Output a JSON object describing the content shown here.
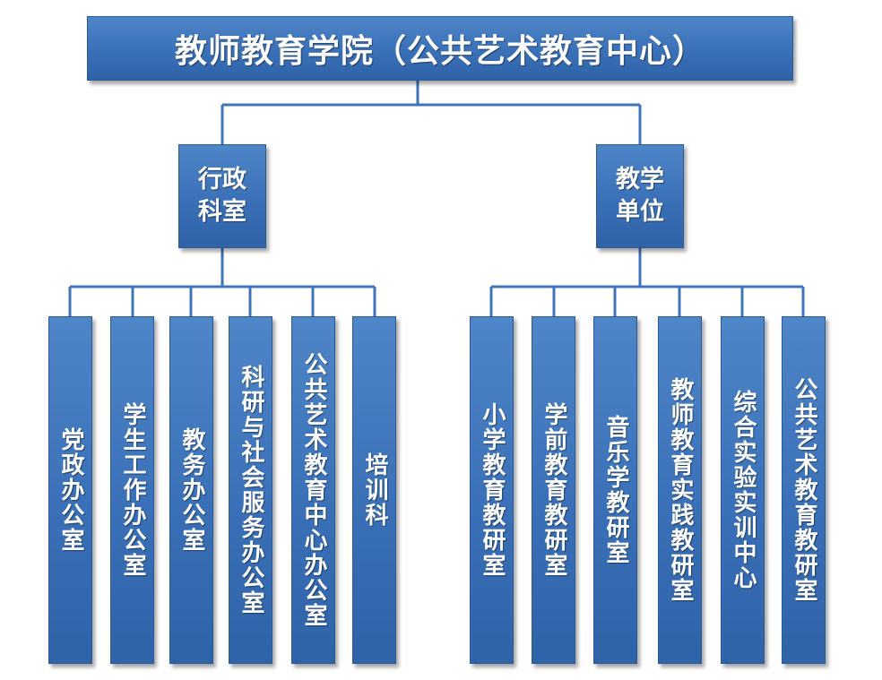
{
  "root": {
    "label": "教师教育学院（公共艺术教育中心）"
  },
  "branches": [
    {
      "label": "行政科室",
      "children": [
        "党政办公室",
        "学生工作办公室",
        "教务办公室",
        "科研与社会服务办公室",
        "公共艺术教育中心办公室",
        "培训科"
      ]
    },
    {
      "label": "教学单位",
      "children": [
        "小学教育教研室",
        "学前教育教研室",
        "音乐学教研室",
        "教师教育实践教研室",
        "综合实验实训中心",
        "公共艺术教育教研室"
      ]
    }
  ],
  "colors": {
    "box": "#3a70b7",
    "connector": "#3f74b8",
    "text": "#ffffff"
  }
}
